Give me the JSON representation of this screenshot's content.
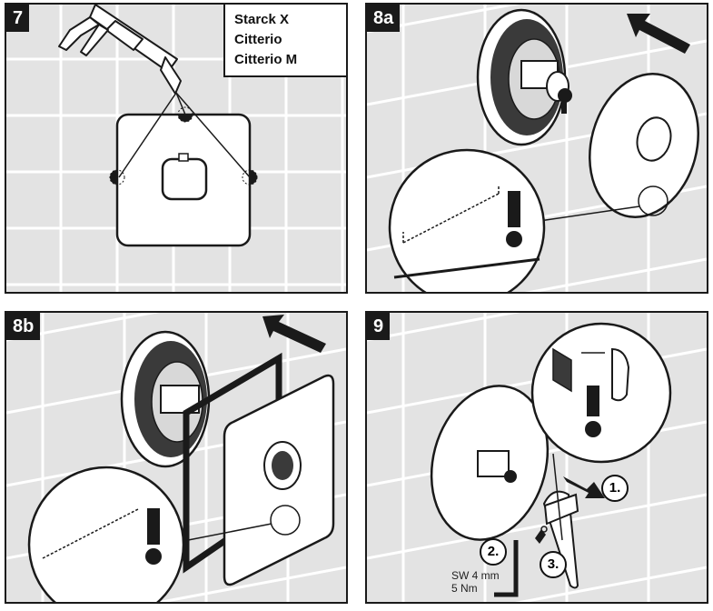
{
  "panels": [
    {
      "step": "7",
      "models": [
        "Starck X",
        "Citterio",
        "Citterio M"
      ]
    },
    {
      "step": "8a"
    },
    {
      "step": "8b"
    },
    {
      "step": "9",
      "steps": [
        "1.",
        "2.",
        "3."
      ],
      "spec_lines": [
        "SW 4 mm",
        "5 Nm"
      ]
    }
  ],
  "colors": {
    "tile": "#e3e3e3",
    "grout": "#ffffff",
    "line": "#1a1a1a",
    "dark": "#3a3a3a"
  }
}
